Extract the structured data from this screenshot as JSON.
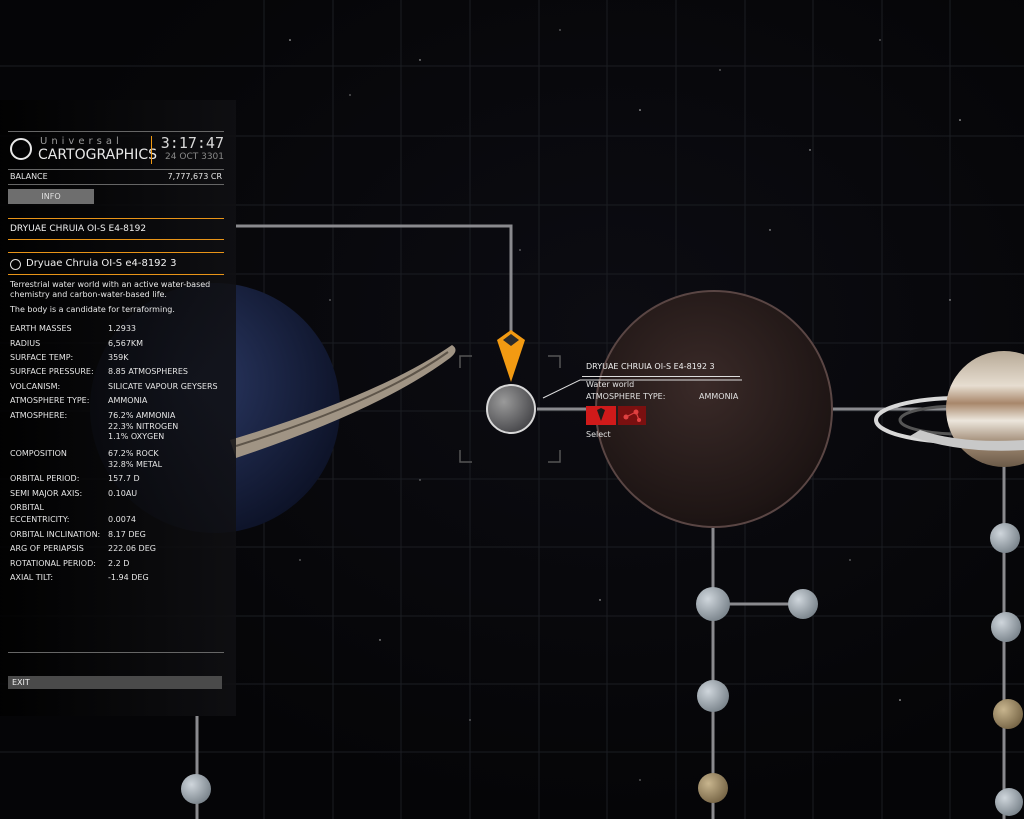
{
  "header": {
    "logo_small": "Universal",
    "logo_big": "CARTOGRAPHICS",
    "time": "3:17:47",
    "date": "24 OCT 3301"
  },
  "balance": {
    "label": "BALANCE",
    "value": "7,777,673 CR"
  },
  "tab": {
    "label": "INFO"
  },
  "system_name": "DRYUAE CHRUIA OI-S E4-8192",
  "body": {
    "name": "Dryuae Chruia OI-S e4-8192 3",
    "description": "Terrestrial water world with an active water-based chemistry and carbon-water-based life.",
    "note": "The body is a candidate for terraforming."
  },
  "stats": [
    {
      "label": "EARTH MASSES",
      "value": "1.2933"
    },
    {
      "label": "RADIUS",
      "value": "6,567KM"
    },
    {
      "label": "SURFACE TEMP:",
      "value": "359K"
    },
    {
      "label": "SURFACE PRESSURE:",
      "value": "8.85 ATMOSPHERES"
    },
    {
      "label": "VOLCANISM:",
      "value": "SILICATE VAPOUR GEYSERS"
    },
    {
      "label": "ATMOSPHERE TYPE:",
      "value": "AMMONIA"
    },
    {
      "label": "ATMOSPHERE:",
      "value": "76.2% AMMONIA"
    },
    {
      "label": "",
      "value": "22.3% NITROGEN"
    },
    {
      "label": "",
      "value": "1.1% OXYGEN"
    },
    {
      "label": "COMPOSITION",
      "value": "67.2% ROCK"
    },
    {
      "label": "",
      "value": "32.8% METAL"
    },
    {
      "label": "ORBITAL PERIOD:",
      "value": "157.7 D"
    },
    {
      "label": "SEMI MAJOR AXIS:",
      "value": "0.10AU"
    },
    {
      "label": "ORBITAL",
      "value": ""
    },
    {
      "label": "ECCENTRICITY:",
      "value": "0.0074"
    },
    {
      "label": "ORBITAL INCLINATION:",
      "value": "8.17 DEG"
    },
    {
      "label": "ARG OF PERIAPSIS",
      "value": "222.06 DEG"
    },
    {
      "label": "ROTATIONAL PERIOD:",
      "value": "2.2 D"
    },
    {
      "label": "AXIAL TILT:",
      "value": "-1.94 DEG"
    }
  ],
  "exit_label": "EXIT",
  "tooltip": {
    "title": "DRYUAE CHRUIA OI-S E4-8192 3",
    "type": "Water world",
    "atm_label": "ATMOSPHERE TYPE:",
    "atm_value": "AMMONIA",
    "select_label": "Select"
  },
  "colors": {
    "accent": "#f29a12",
    "select_red": "#d01a1a"
  }
}
